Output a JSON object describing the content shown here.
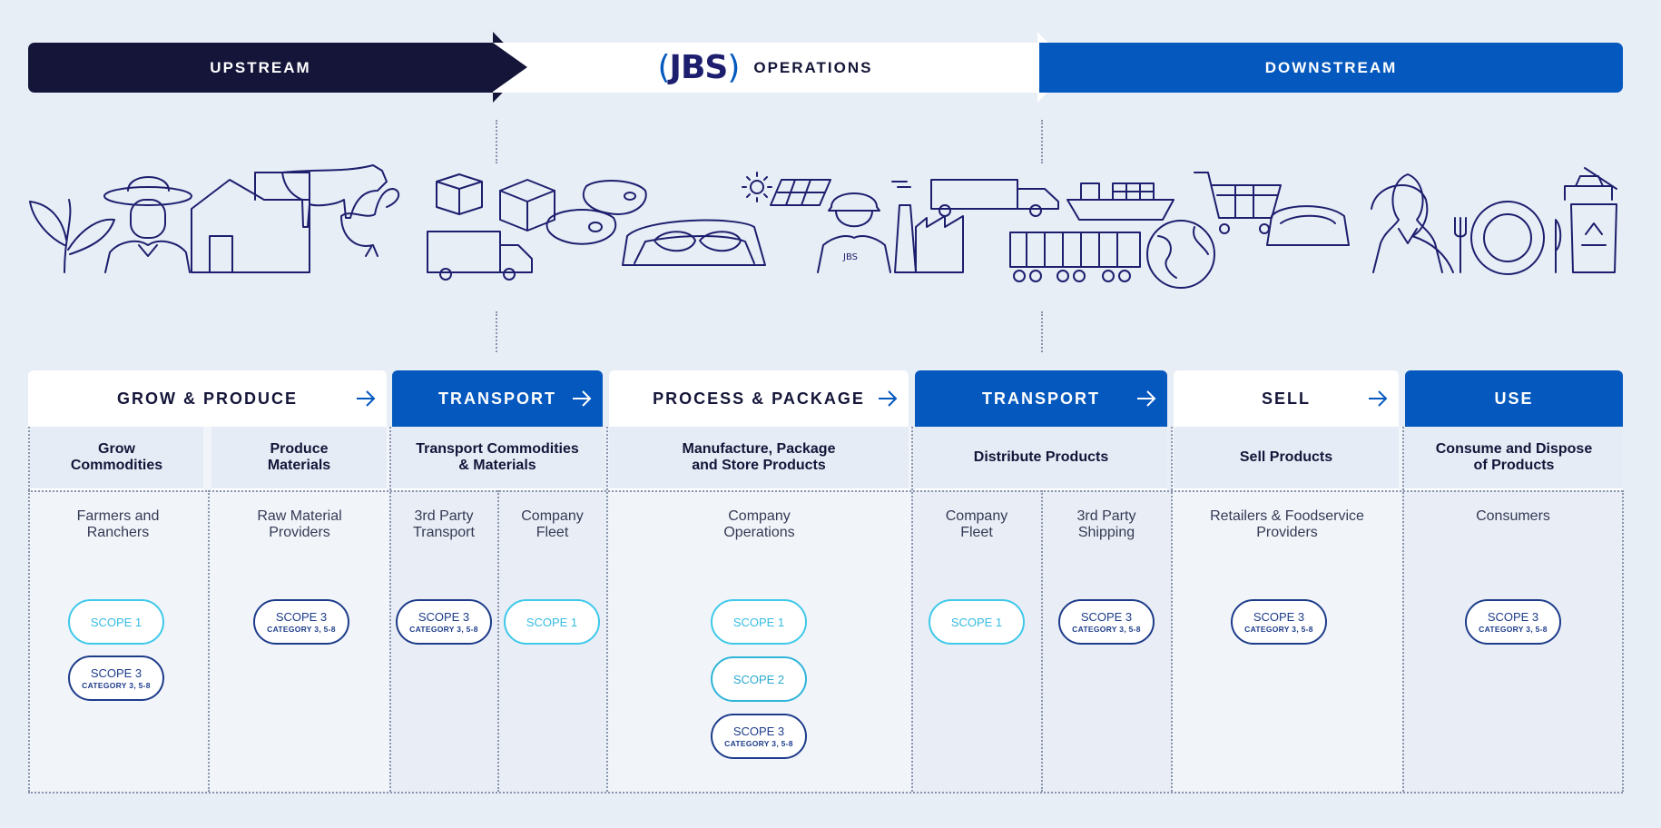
{
  "band": {
    "upstream": "UPSTREAM",
    "logo": "JBS",
    "operations": "OPERATIONS",
    "downstream": "DOWNSTREAM"
  },
  "colors": {
    "navy": "#141539",
    "blue": "#0558be",
    "scope1": "#3ec8ea",
    "scope3": "#1d3c8a",
    "background": "#e8eef6"
  },
  "stages": [
    {
      "title": "GROW & PRODUCE",
      "style": "white",
      "arrow": true
    },
    {
      "title": "TRANSPORT",
      "style": "blue",
      "arrow": true
    },
    {
      "title": "PROCESS & PACKAGE",
      "style": "white",
      "arrow": true
    },
    {
      "title": "TRANSPORT",
      "style": "blue",
      "arrow": true
    },
    {
      "title": "SELL",
      "style": "white",
      "arrow": true
    },
    {
      "title": "USE",
      "style": "blue",
      "arrow": false
    }
  ],
  "activities": [
    {
      "line1": "Grow",
      "line2": "Commodities"
    },
    {
      "line1": "Produce",
      "line2": "Materials"
    },
    {
      "line1": "Transport Commodities",
      "line2": "& Materials"
    },
    {
      "line1": "Manufacture, Package",
      "line2": "and Store Products"
    },
    {
      "line1": "Distribute Products",
      "line2": ""
    },
    {
      "line1": "Sell Products",
      "line2": ""
    },
    {
      "line1": "Consume and Dispose",
      "line2": "of Products"
    }
  ],
  "actors": [
    {
      "line1": "Farmers and",
      "line2": "Ranchers"
    },
    {
      "line1": "Raw Material",
      "line2": "Providers"
    },
    {
      "line1": "3rd Party",
      "line2": "Transport"
    },
    {
      "line1": "Company",
      "line2": "Fleet"
    },
    {
      "line1": "Company",
      "line2": "Operations"
    },
    {
      "line1": "Company",
      "line2": "Fleet"
    },
    {
      "line1": "3rd Party",
      "line2": "Shipping"
    },
    {
      "line1": "Retailers & Foodservice",
      "line2": "Providers"
    },
    {
      "line1": "Consumers",
      "line2": ""
    }
  ],
  "scopes": {
    "scope1": "SCOPE 1",
    "scope2": "SCOPE 2",
    "scope3": "SCOPE 3",
    "category": "CATEGORY 3, 5-8"
  },
  "icons": [
    "leaf-icon",
    "farmer-icon",
    "barn-icon",
    "cow-icon",
    "chicken-icon",
    "boxes-icon",
    "truck-icon",
    "steak-icon",
    "meat-tray-icon",
    "sun-icon",
    "solar-panel-icon",
    "worker-icon",
    "factory-icon",
    "truck-icon",
    "ship-icon",
    "train-icon",
    "globe-icon",
    "cart-icon",
    "packaged-meat-icon",
    "consumers-icon",
    "plate-icon",
    "recycle-bin-icon"
  ]
}
